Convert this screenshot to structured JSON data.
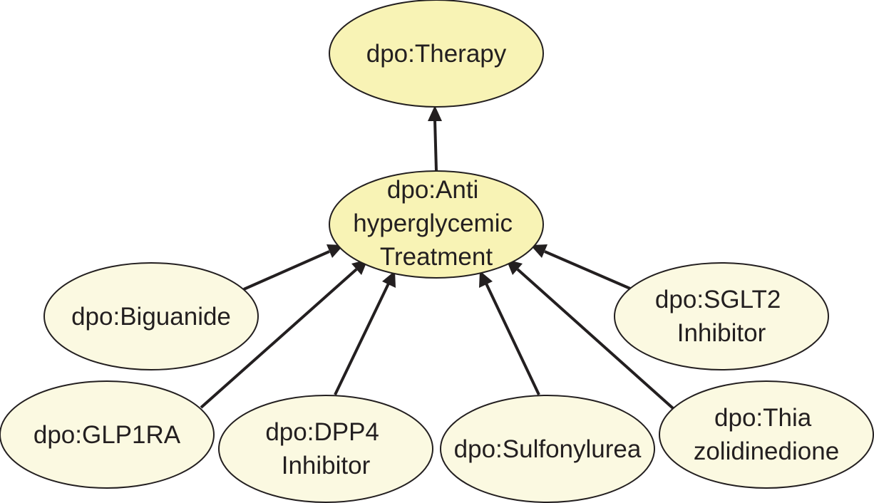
{
  "diagram": {
    "nodes": [
      {
        "id": "therapy",
        "lines": [
          "dpo:Therapy"
        ]
      },
      {
        "id": "antihyperglycemic",
        "lines": [
          "dpo:Anti",
          "hyperglycemic",
          "Treatment"
        ]
      },
      {
        "id": "biguanide",
        "lines": [
          "dpo:Biguanide"
        ]
      },
      {
        "id": "sglt2",
        "lines": [
          "dpo:SGLT2",
          "Inhibitor"
        ]
      },
      {
        "id": "glp1ra",
        "lines": [
          "dpo:GLP1RA"
        ]
      },
      {
        "id": "dpp4",
        "lines": [
          "dpo:DPP4",
          "Inhibitor"
        ]
      },
      {
        "id": "sulfonylurea",
        "lines": [
          "dpo:Sulfonylurea"
        ]
      },
      {
        "id": "thiazolidinedione",
        "lines": [
          "dpo:Thia",
          "zolidinedione"
        ]
      }
    ],
    "edges": [
      {
        "from": "antihyperglycemic",
        "to": "therapy"
      },
      {
        "from": "biguanide",
        "to": "antihyperglycemic"
      },
      {
        "from": "glp1ra",
        "to": "antihyperglycemic"
      },
      {
        "from": "dpp4",
        "to": "antihyperglycemic"
      },
      {
        "from": "sulfonylurea",
        "to": "antihyperglycemic"
      },
      {
        "from": "thiazolidinedione",
        "to": "antihyperglycemic"
      },
      {
        "from": "sglt2",
        "to": "antihyperglycemic"
      }
    ],
    "colors": {
      "root_fill": "#f8f3b5",
      "node_fill": "#fbf9e1",
      "stroke": "#231f20"
    }
  }
}
